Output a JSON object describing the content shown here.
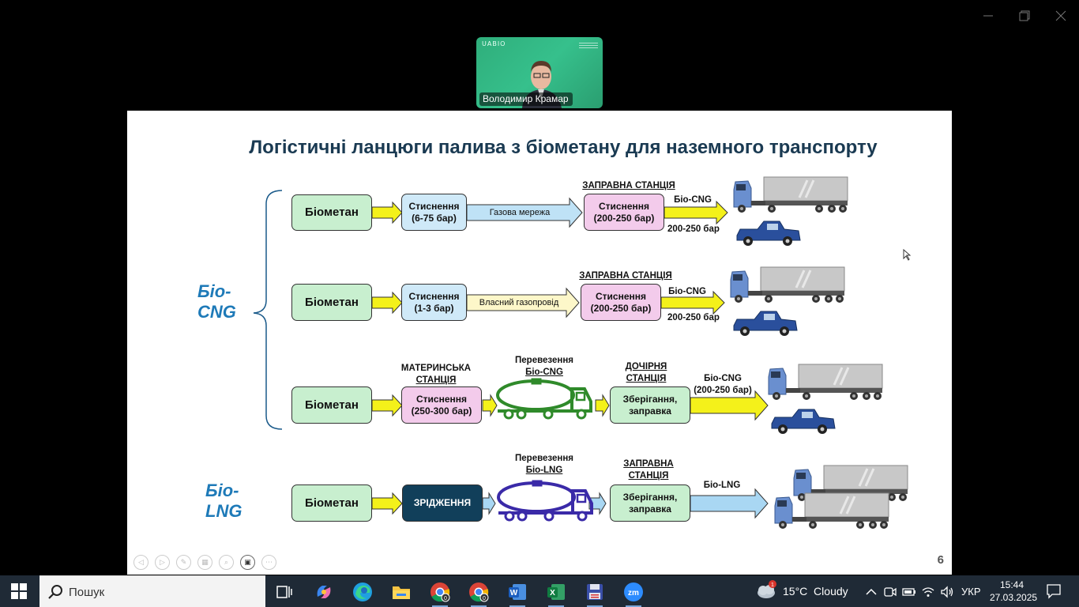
{
  "window": {
    "minimize_glyph": "—",
    "colors": {
      "background": "#000000"
    }
  },
  "video": {
    "brand": "UABIO",
    "participant_name": "Володимир Крамар"
  },
  "slide": {
    "title": "Логістичні ланцюги палива з біометану для наземного транспорту",
    "page_number": "6",
    "side_labels": {
      "cng_1": "Біо-",
      "cng_2": "CNG",
      "lng_1": "Біо-",
      "lng_2": "LNG"
    },
    "rows": [
      {
        "source": "Біометан",
        "compress_1": "Стиснення",
        "compress_2": "(6-75 бар)",
        "link": "Газова мережа",
        "station_label": "ЗАПРАВНА СТАНЦІЯ",
        "station_1": "Стиснення",
        "station_2": "(200-250 бар)",
        "out_fuel": "Біо-CNG",
        "out_pressure": "200-250 бар"
      },
      {
        "source": "Біометан",
        "compress_1": "Стиснення",
        "compress_2": "(1-3 бар)",
        "link": "Власний газопровід",
        "station_label": "ЗАПРАВНА СТАНЦІЯ",
        "station_1": "Стиснення",
        "station_2": "(200-250 бар)",
        "out_fuel": "Біо-CNG",
        "out_pressure": "200-250 бар"
      },
      {
        "source": "Біометан",
        "mother_label_1": "МАТЕРИНСЬКА",
        "mother_label_2": "СТАНЦІЯ",
        "compress_1": "Стиснення",
        "compress_2": "(250-300 бар)",
        "transport_label_1": "Перевезення",
        "transport_label_2": "Біо-CNG",
        "daughter_label_1": "ДОЧІРНЯ",
        "daughter_label_2": "СТАНЦІЯ",
        "storage_1": "Зберігання,",
        "storage_2": "заправка",
        "out_fuel": "Біо-CNG",
        "out_pressure": "(200-250 бар)"
      },
      {
        "source": "Біометан",
        "process": "ЗРІДЖЕННЯ",
        "transport_label_1": "Перевезення",
        "transport_label_2": "Біо-LNG",
        "station_label_1": "ЗАПРАВНА",
        "station_label_2": "СТАНЦІЯ",
        "storage_1": "Зберігання,",
        "storage_2": "заправка",
        "out_fuel": "Біо-LNG"
      }
    ]
  },
  "taskbar": {
    "search_placeholder": "Пошук",
    "weather_badge": "1",
    "weather": "15°C  Cloudy",
    "language": "УКР",
    "time": "15:44",
    "date": "27.03.2025",
    "chrome_badge": "0"
  }
}
